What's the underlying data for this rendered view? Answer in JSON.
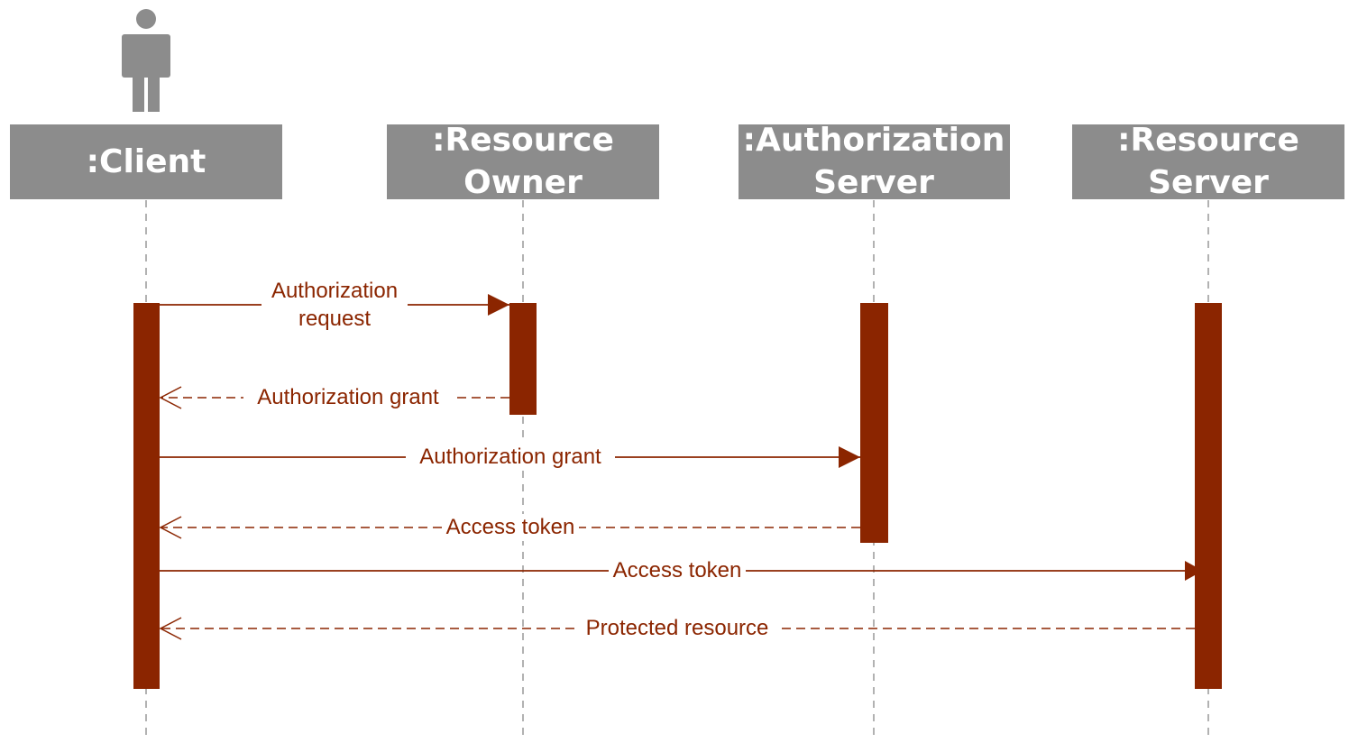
{
  "participants": [
    {
      "id": "client",
      "lines": [
        ":Client"
      ],
      "actor_icon": "person-icon"
    },
    {
      "id": "resource-owner",
      "lines": [
        ":Resource",
        "Owner"
      ]
    },
    {
      "id": "authorization-server",
      "lines": [
        ":Authorization",
        "Server"
      ]
    },
    {
      "id": "resource-server",
      "lines": [
        ":Resource",
        "Server"
      ]
    }
  ],
  "messages": [
    {
      "id": "authorization-request",
      "from": "client",
      "to": "resource-owner",
      "style": "sync",
      "lines": [
        "Authorization",
        "request"
      ]
    },
    {
      "id": "authorization-grant-return",
      "from": "resource-owner",
      "to": "client",
      "style": "reply",
      "lines": [
        "Authorization grant"
      ]
    },
    {
      "id": "authorization-grant-send",
      "from": "client",
      "to": "authorization-server",
      "style": "sync",
      "lines": [
        "Authorization grant"
      ]
    },
    {
      "id": "access-token-return",
      "from": "authorization-server",
      "to": "client",
      "style": "reply",
      "lines": [
        "Access token"
      ]
    },
    {
      "id": "access-token-send",
      "from": "client",
      "to": "resource-server",
      "style": "sync",
      "lines": [
        "Access token"
      ]
    },
    {
      "id": "protected-resource-return",
      "from": "resource-server",
      "to": "client",
      "style": "reply",
      "lines": [
        "Protected resource"
      ]
    }
  ],
  "colors": {
    "participant_box": "#8c8c8c",
    "participant_text": "#ffffff",
    "activation": "#8B2500",
    "message": "#8B2500",
    "lifeline": "#999999",
    "actor": "#8c8c8c"
  }
}
